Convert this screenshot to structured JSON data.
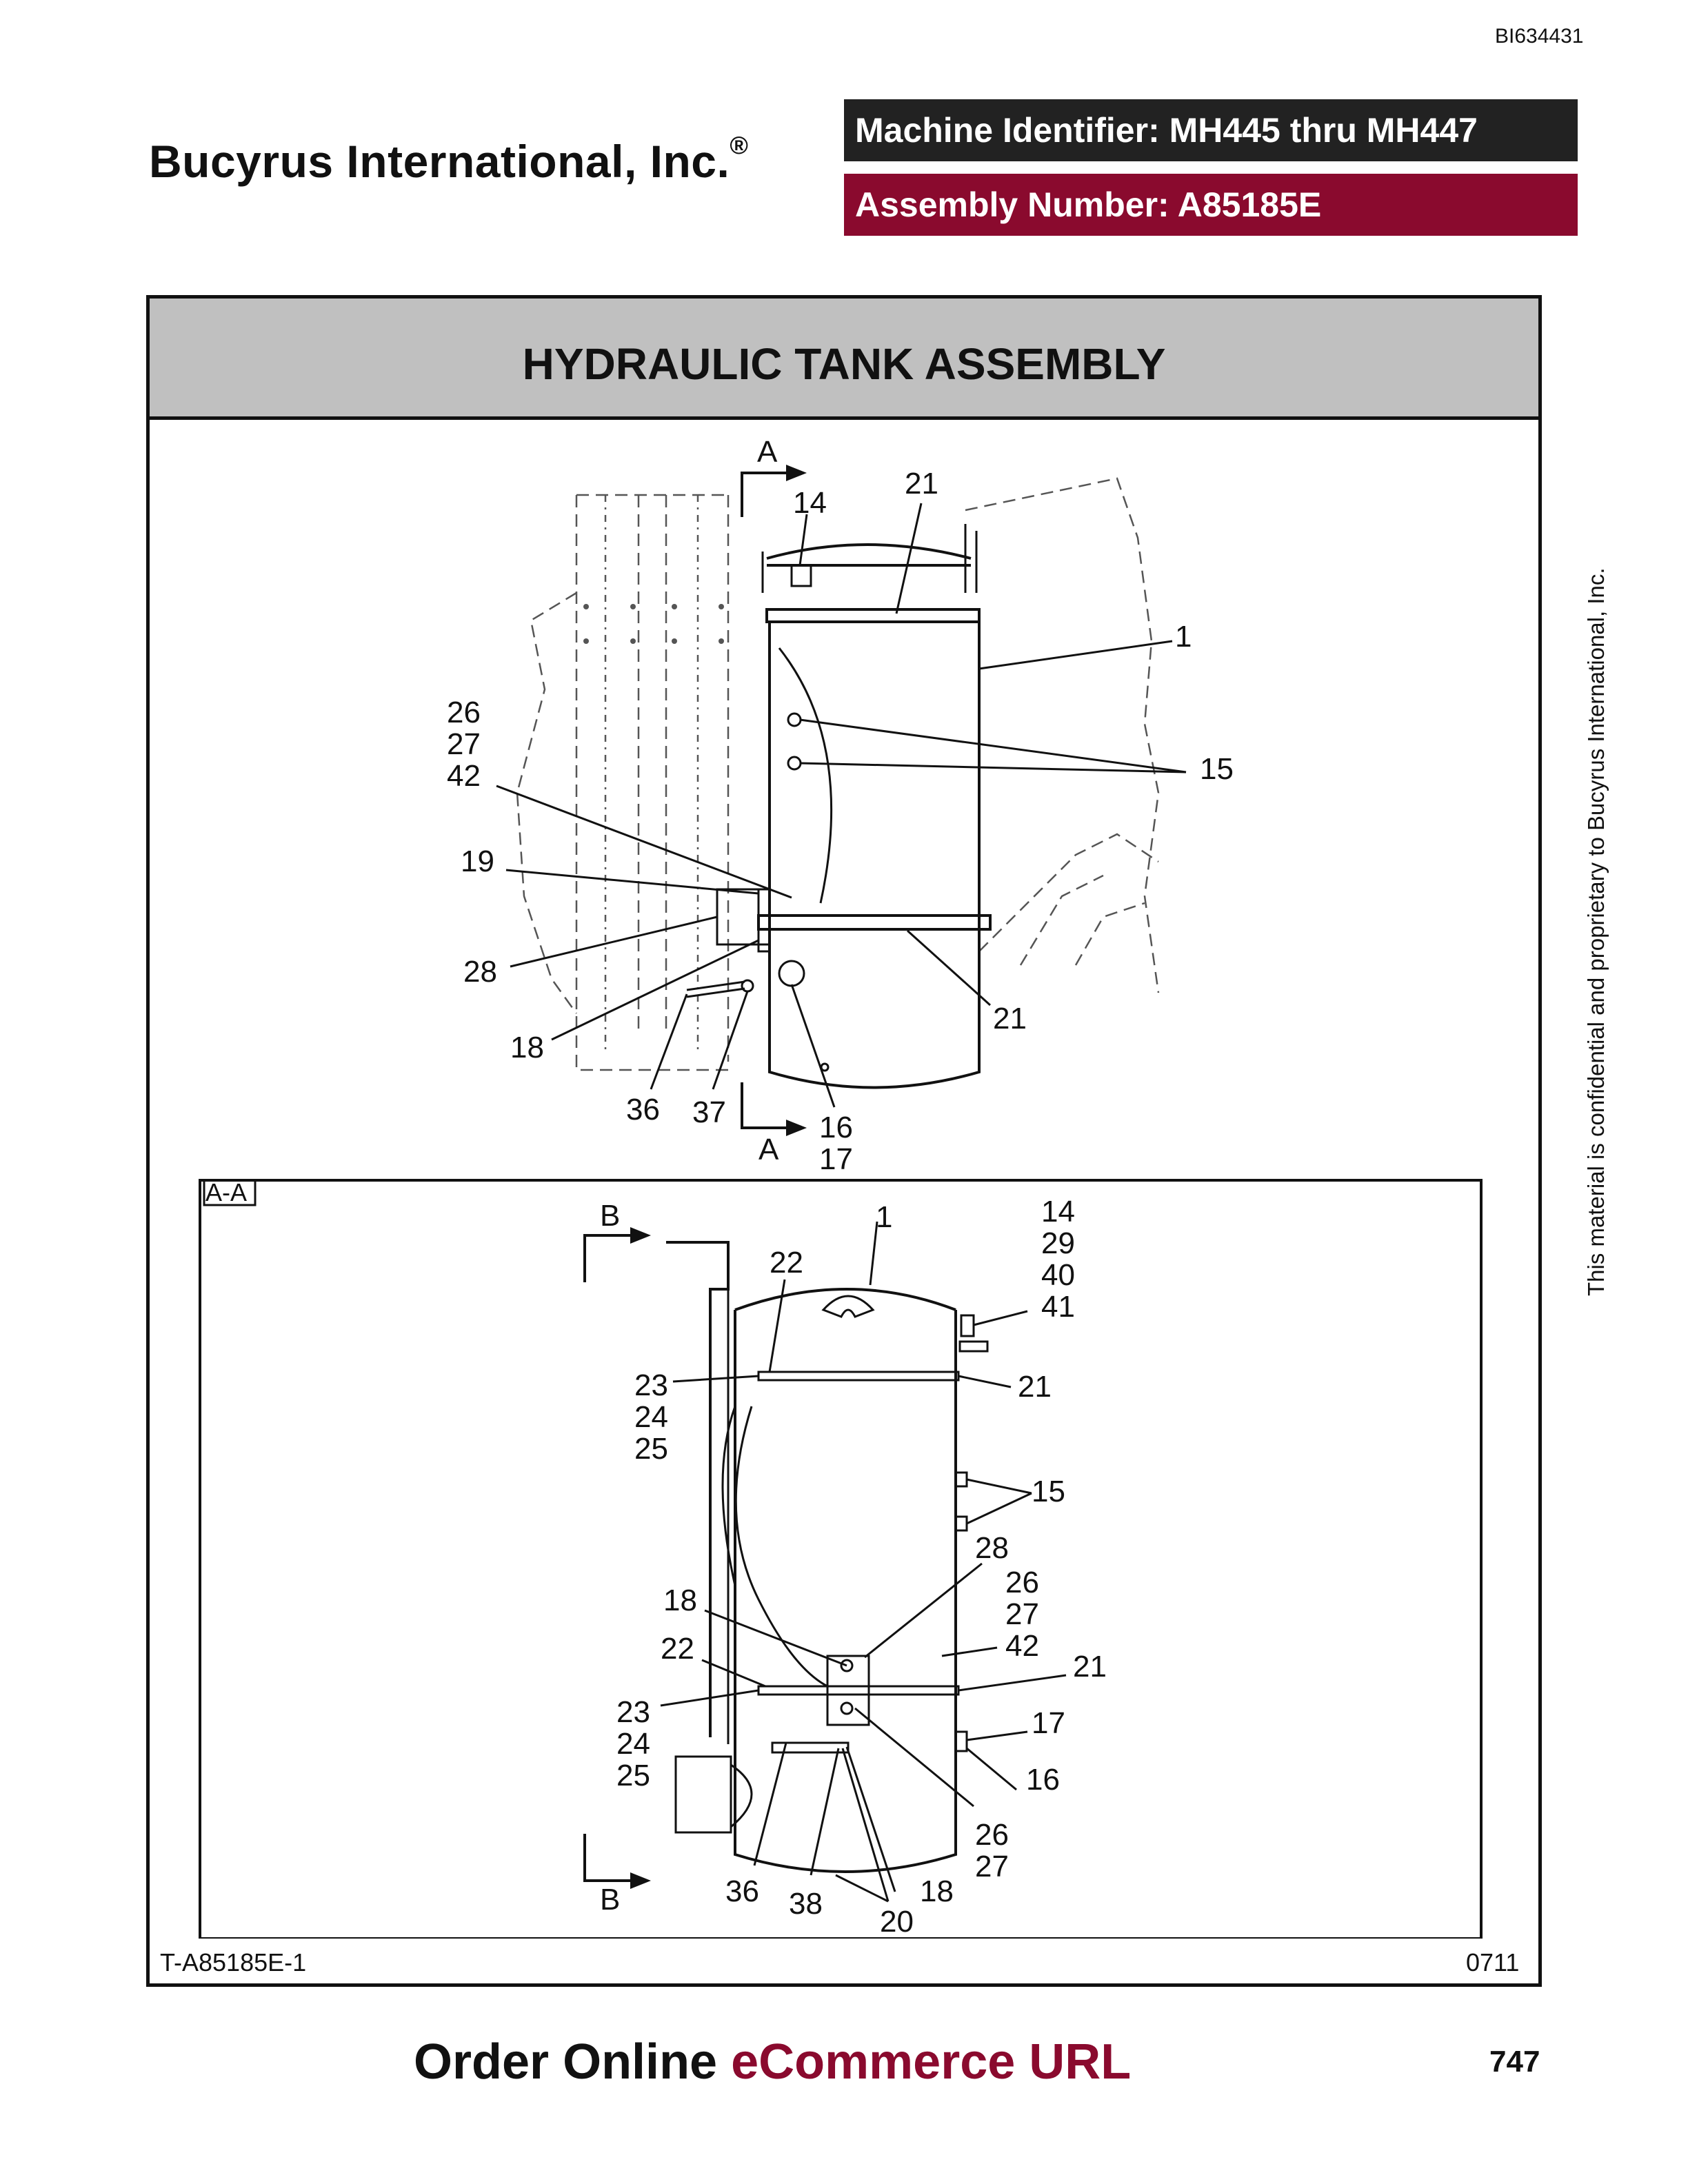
{
  "header": {
    "doc_id": "BI634431",
    "company": "Bucyrus International, Inc.",
    "company_mark": "®",
    "machine_identifier": "Machine Identifier: MH445 thru MH447",
    "assembly_number": "Assembly Number: A85185E",
    "accent_color": "#8a0a2e"
  },
  "title": "HYDRAULIC TANK ASSEMBLY",
  "drawing": {
    "view_a_callouts": {
      "section_top": "A",
      "section_bottom": "A",
      "c14": "14",
      "c21_top": "21",
      "c1": "1",
      "c15": "15",
      "c26": "26",
      "c27": "27",
      "c42": "42",
      "c19": "19",
      "c28": "28",
      "c18": "18",
      "c21_mid": "21",
      "c36": "36",
      "c37": "37",
      "c16": "16",
      "c17": "17"
    },
    "section_aa": {
      "label": "A-A",
      "section_top": "B",
      "section_bottom": "B",
      "c1": "1",
      "c22_top": "22",
      "c14": "14",
      "c29": "29",
      "c40": "40",
      "c41": "41",
      "c23_top": "23",
      "c24_top": "24",
      "c25_top": "25",
      "c21_top": "21",
      "c15": "15",
      "c28": "28",
      "c26_mid": "26",
      "c27_mid": "27",
      "c42": "42",
      "c18_mid": "18",
      "c22_mid": "22",
      "c21_mid": "21",
      "c23_bot": "23",
      "c24_bot": "24",
      "c25_bot": "25",
      "c17": "17",
      "c16": "16",
      "c26_bot": "26",
      "c27_bot": "27",
      "c36": "36",
      "c38": "38",
      "c18_bot": "18",
      "c20": "20"
    }
  },
  "figure_code": "T-A85185E-1",
  "revision_code": "0711",
  "side_note": "This material is confidential and proprietary to Bucyrus International, Inc.",
  "footer": {
    "order_prefix": "Order Online ",
    "order_link": "eCommerce URL",
    "page_number": "747"
  }
}
